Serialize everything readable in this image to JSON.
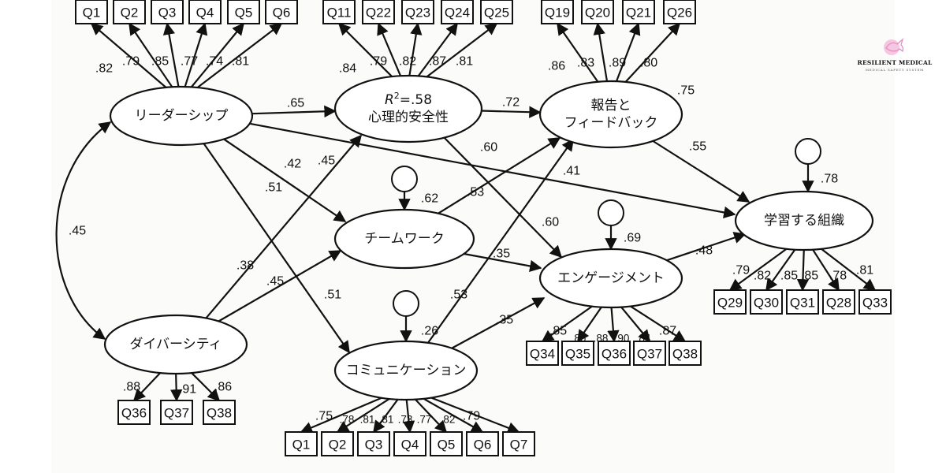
{
  "logo": {
    "name": "RESILIENT MEDICAL",
    "tagline": "MEDICAL SAFETY SYSTEM",
    "icon": "dove-icon",
    "accent": "#f4b6d9"
  },
  "chart_data": {
    "type": "path-diagram",
    "title": "",
    "latents": [
      {
        "id": "leadership",
        "label": [
          "リーダーシップ"
        ]
      },
      {
        "id": "psych_safety",
        "label": [
          "R²=.58",
          "心理的安全性"
        ],
        "r2": ".58"
      },
      {
        "id": "feedback",
        "label": [
          "報告と",
          "フィードバック"
        ]
      },
      {
        "id": "teamwork",
        "label": [
          "チームワーク"
        ],
        "residual": ".62"
      },
      {
        "id": "engagement",
        "label": [
          "エンゲージメント"
        ],
        "residual": ".69"
      },
      {
        "id": "learning_org",
        "label": [
          "学習する組織"
        ],
        "residual": ".78"
      },
      {
        "id": "diversity",
        "label": [
          "ダイバーシティ"
        ]
      },
      {
        "id": "communication",
        "label": [
          "コミュニケーション"
        ],
        "residual": ".26"
      }
    ],
    "indicators": {
      "leadership": {
        "items": [
          "Q1",
          "Q2",
          "Q3",
          "Q4",
          "Q5",
          "Q6"
        ],
        "loadings": [
          ".82",
          ".79",
          ".85",
          ".77",
          ".74",
          ".81"
        ]
      },
      "psych_safety": {
        "items": [
          "Q11",
          "Q22",
          "Q23",
          "Q24",
          "Q25"
        ],
        "loadings": [
          ".84",
          ".79",
          ".82",
          ".87",
          ".81"
        ]
      },
      "feedback": {
        "items": [
          "Q19",
          "Q20",
          "Q21",
          "Q26"
        ],
        "loadings": [
          ".86",
          ".83",
          ".89",
          ".80"
        ]
      },
      "engagement": {
        "items": [
          "Q34",
          "Q35",
          "Q36",
          "Q37",
          "Q38"
        ],
        "loadings": [
          ".85",
          ".86",
          ".88",
          ".90",
          ".84",
          ".87"
        ]
      },
      "learning_org": {
        "items": [
          "Q29",
          "Q30",
          "Q31",
          "Q28",
          "Q33"
        ],
        "loadings": [
          ".79",
          ".82",
          ".85",
          ".85",
          ".78",
          ".81"
        ]
      },
      "diversity": {
        "items": [
          "Q36",
          "Q37",
          "Q38"
        ],
        "loadings": [
          ".88",
          ".91",
          ".86"
        ]
      },
      "communication": {
        "items": [
          "Q1",
          "Q2",
          "Q3",
          "Q4",
          "Q5",
          "Q6",
          "Q7"
        ],
        "loadings": [
          ".75",
          ".78",
          ".81",
          ".81",
          ".73",
          ".77",
          ".82",
          ".79"
        ]
      }
    },
    "paths": [
      {
        "from": "leadership",
        "to": "psych_safety",
        "coef": ".65"
      },
      {
        "from": "psych_safety",
        "to": "feedback",
        "coef": ".72"
      },
      {
        "from": "feedback",
        "to": "learning_org",
        "coef": ".55"
      },
      {
        "from": "feedback",
        "to": "learning_org",
        "coef": ".75",
        "note": "label near feedback"
      },
      {
        "from": "leadership",
        "to": "teamwork",
        "coef": ".42"
      },
      {
        "from": "leadership",
        "to": "communication",
        "coef": ".51"
      },
      {
        "from": "leadership",
        "to": "learning_org",
        "coef": ".41"
      },
      {
        "from": "diversity",
        "to": "psych_safety",
        "coef": ".45"
      },
      {
        "from": "diversity",
        "to": "psych_safety",
        "coef": ".38",
        "note": "lower label"
      },
      {
        "from": "diversity",
        "to": "teamwork",
        "coef": ".45"
      },
      {
        "from": "psych_safety",
        "to": "engagement",
        "coef": ".60"
      },
      {
        "from": "psych_safety",
        "to": "engagement",
        "coef": ".60",
        "note": "lower label"
      },
      {
        "from": "teamwork",
        "to": "feedback",
        "coef": ".53"
      },
      {
        "from": "teamwork",
        "to": "engagement",
        "coef": ".35"
      },
      {
        "from": "communication",
        "to": "feedback",
        "coef": ".53"
      },
      {
        "from": "communication",
        "to": "engagement",
        "coef": ".35"
      },
      {
        "from": "communication",
        "to": "communication_lbl",
        "coef": ".51",
        "note": "label on leadership->communication"
      },
      {
        "from": "engagement",
        "to": "learning_org",
        "coef": ".48"
      }
    ],
    "correlations": [
      {
        "between": [
          "leadership",
          "diversity"
        ],
        "coef": ".45"
      }
    ]
  }
}
